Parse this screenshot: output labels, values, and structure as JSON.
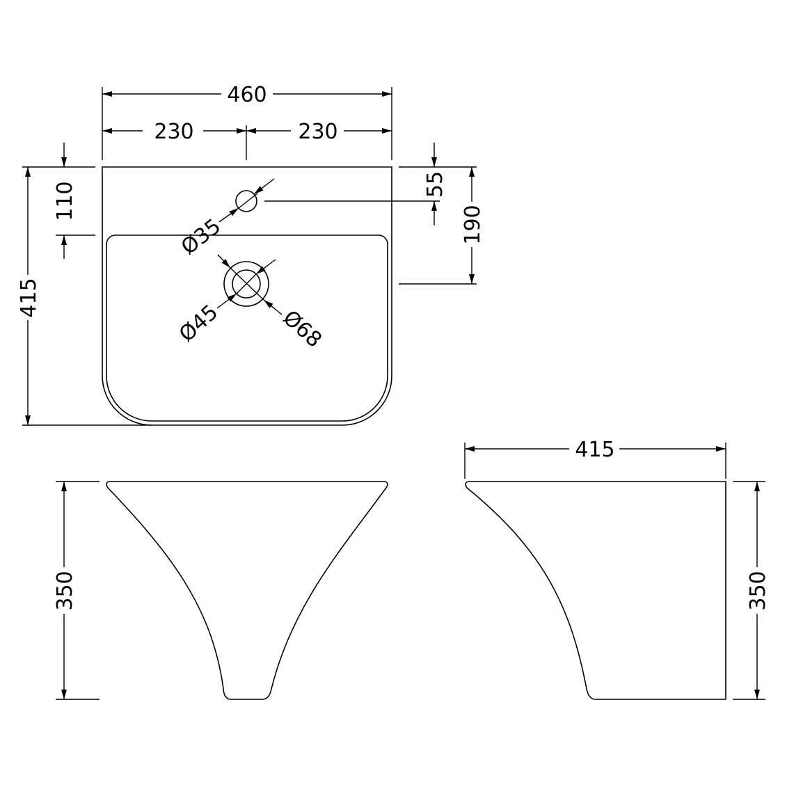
{
  "plan_view": {
    "overall_width": "460",
    "half_width_left": "230",
    "half_width_right": "230",
    "overall_depth": "415",
    "tap_hole_offset_left": "110",
    "tap_hole_offset_right": "55",
    "waste_offset": "190",
    "tap_hole_diameter": "Ø35",
    "waste_inner_diameter": "Ø45",
    "waste_outer_diameter": "Ø68"
  },
  "front_view": {
    "height": "350"
  },
  "side_view": {
    "height": "350",
    "depth": "415"
  },
  "colors": {
    "line": "#000000",
    "background": "#ffffff"
  }
}
